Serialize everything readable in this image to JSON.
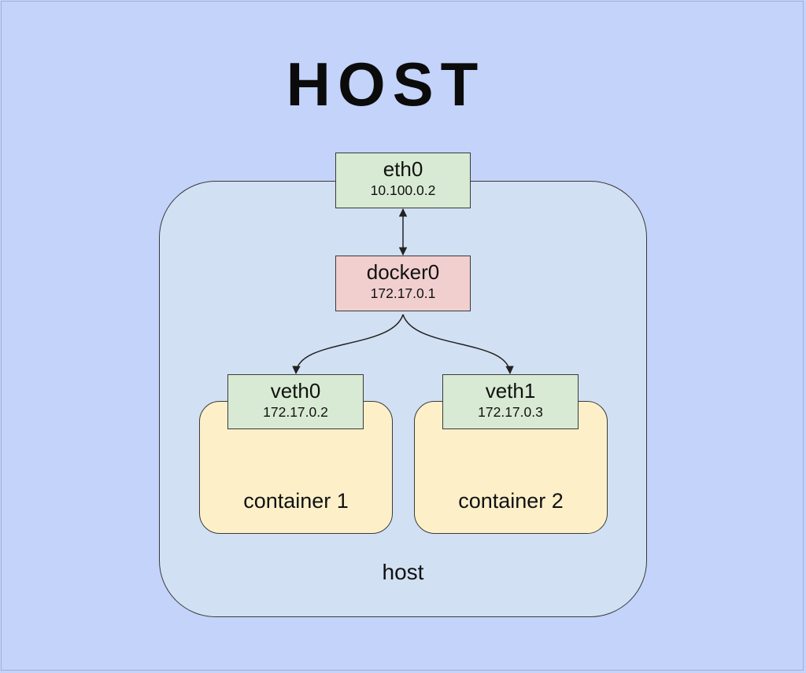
{
  "title": "HOST",
  "host": {
    "label": "host"
  },
  "interfaces": {
    "eth0": {
      "name": "eth0",
      "ip": "10.100.0.2"
    },
    "docker0": {
      "name": "docker0",
      "ip": "172.17.0.1"
    },
    "veth0": {
      "name": "veth0",
      "ip": "172.17.0.2"
    },
    "veth1": {
      "name": "veth1",
      "ip": "172.17.0.3"
    }
  },
  "containers": [
    {
      "label": "container 1"
    },
    {
      "label": "container 2"
    }
  ],
  "colors": {
    "background": "#c3d3fa",
    "host_fill": "#d2e0f3",
    "interface_green": "#d8ead3",
    "bridge_red": "#f1cfcf",
    "container_fill": "#fdf0c9"
  }
}
